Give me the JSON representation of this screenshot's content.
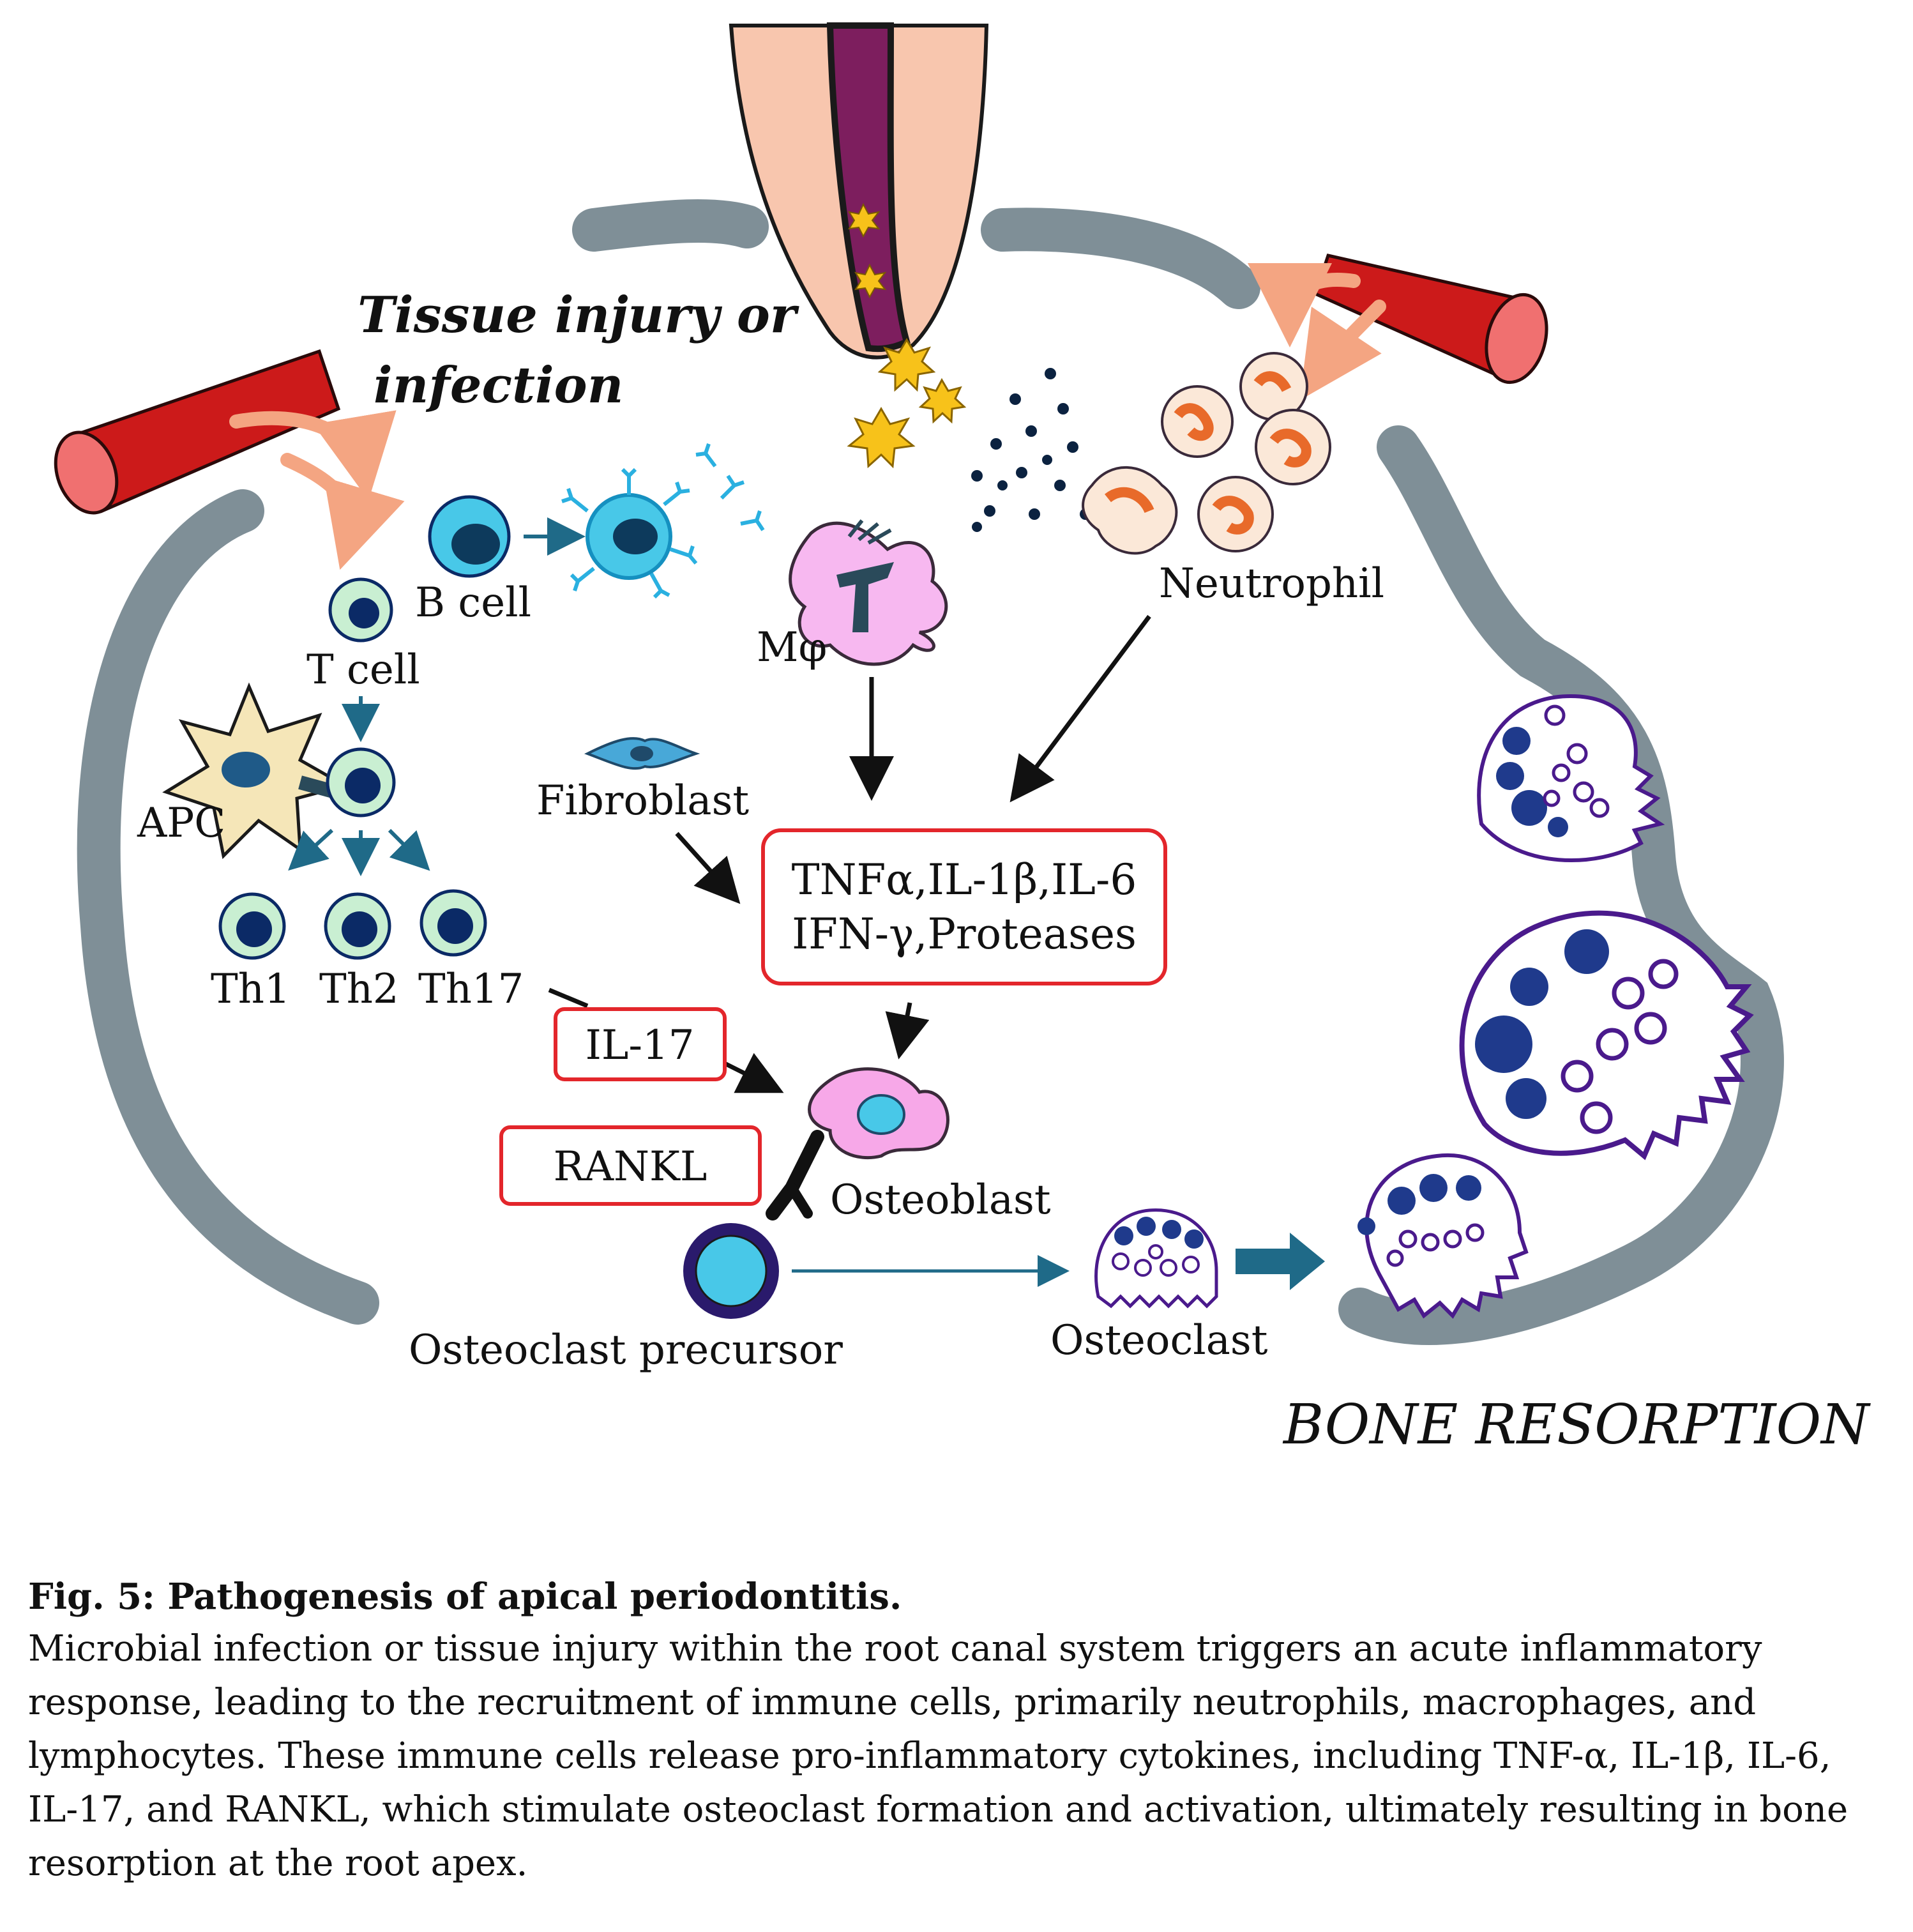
{
  "diagram": {
    "heading": "Tissue injury or infection",
    "heading_line1": "Tissue injury or",
    "heading_line2": "infection",
    "footer_label": "BONE RESORPTION",
    "cells": {
      "b_cell": "B cell",
      "t_cell": "T cell",
      "apc": "APC",
      "th1": "Th1",
      "th2": "Th2",
      "th17": "Th17",
      "macrophage": "Mφ",
      "neutrophil": "Neutrophil",
      "fibroblast": "Fibroblast",
      "osteoblast": "Osteoblast",
      "osteoclast_precursor": "Osteoclast precursor",
      "osteoclast": "Osteoclast"
    },
    "boxes": {
      "cytokines_line1": "TNFα,IL-1β,IL-6",
      "cytokines_line2": "IFN-γ,Proteases",
      "il17": "IL-17",
      "rankl": "RANKL"
    },
    "colors": {
      "bone": "#7f8f97",
      "vessel": "#cc1a1a",
      "vessel_end": "#f07070",
      "flow_arrow": "#f4a582",
      "lymphocyte_fill": "#c9efd2",
      "nucleus": "#0b2a66",
      "b_cell_fill": "#48c8e8",
      "box_border": "#e3262b",
      "osteoclast_purple": "#4a1a8c",
      "teal_arrow": "#1f6a88"
    }
  },
  "caption": {
    "title": "Fig. 5: Pathogenesis of apical periodontitis.",
    "body": "Microbial infection or tissue injury within the root canal system triggers an acute inflammatory response, leading to the recruitment of immune cells, primarily neutrophils, macrophages, and lymphocytes. These immune cells release pro-inflammatory cytokines, including TNF-α, IL-1β, IL-6, IL-17, and RANKL, which stimulate osteoclast formation and activation, ultimately resulting in bone resorption at the root apex."
  }
}
